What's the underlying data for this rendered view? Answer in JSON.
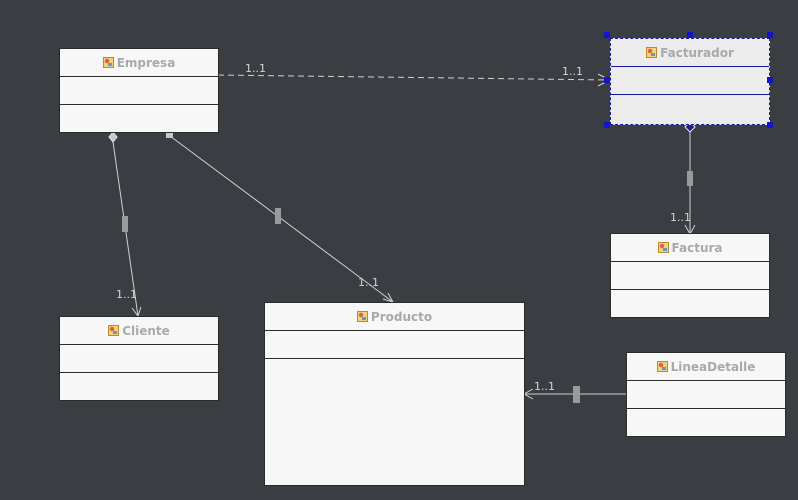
{
  "colors": {
    "background": "#3a3d42",
    "edge": "#d0d0d0",
    "selection": "#1414c8"
  },
  "classes": {
    "empresa": {
      "name": "Empresa",
      "icon": "class-icon"
    },
    "facturador": {
      "name": "Facturador",
      "icon": "class-icon",
      "selected": true
    },
    "factura": {
      "name": "Factura",
      "icon": "class-icon"
    },
    "cliente": {
      "name": "Cliente",
      "icon": "class-icon"
    },
    "producto": {
      "name": "Producto",
      "icon": "class-icon"
    },
    "lineadetalle": {
      "name": "LineaDetalle",
      "icon": "class-icon"
    }
  },
  "associations": {
    "empresa_facturador": {
      "source_multiplicity": "1..1",
      "target_multiplicity": "1..1",
      "style": "dashed"
    },
    "facturador_factura": {
      "target_multiplicity": "1..1",
      "source_end": "diamond"
    },
    "empresa_cliente": {
      "target_multiplicity": "1..1",
      "source_end": "diamond"
    },
    "empresa_producto": {
      "target_multiplicity": "1..1",
      "source_end": "square"
    },
    "lineadetalle_producto": {
      "target_multiplicity": "1..1"
    }
  }
}
